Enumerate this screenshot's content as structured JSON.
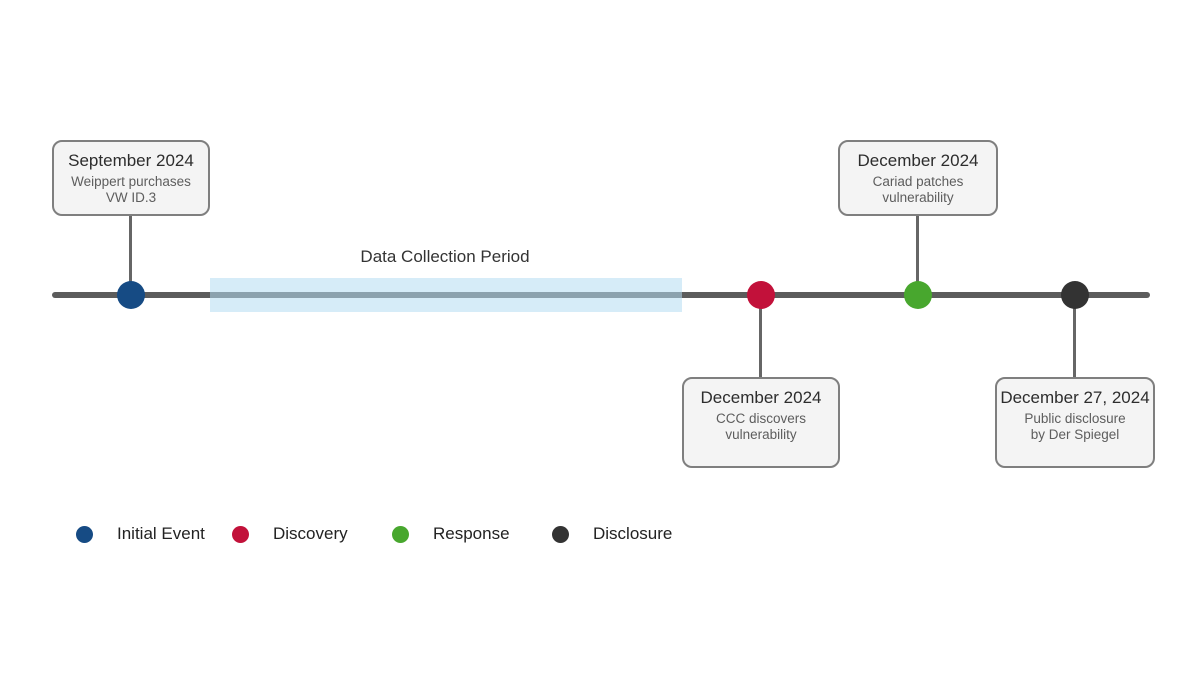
{
  "diagram": {
    "period": {
      "label": "Data Collection Period"
    },
    "events": [
      {
        "title": "September 2024",
        "description": "Weippert purchases\nVW ID.3",
        "category": "initial_event",
        "card_position": "above"
      },
      {
        "title": "December 2024",
        "description": "CCC discovers\nvulnerability",
        "category": "discovery",
        "card_position": "below"
      },
      {
        "title": "December 2024",
        "description": "Cariad patches\nvulnerability",
        "category": "response",
        "card_position": "above"
      },
      {
        "title": "December 27, 2024",
        "description": "Public disclosure\nby Der Spiegel",
        "category": "disclosure",
        "card_position": "below"
      }
    ]
  },
  "legend": {
    "items": [
      {
        "label": "Initial Event",
        "category": "initial_event"
      },
      {
        "label": "Discovery",
        "category": "discovery"
      },
      {
        "label": "Response",
        "category": "response"
      },
      {
        "label": "Disclosure",
        "category": "disclosure"
      }
    ]
  },
  "colors": {
    "initial_event": "#164b84",
    "discovery": "#c2113a",
    "response": "#48a72e",
    "disclosure": "#333333",
    "timeline_line": "#5c5c5c",
    "connector_line": "#666666",
    "period_bar_fill": "#b5dcf2",
    "box_fill": "#f4f4f4",
    "box_border": "#7f7f7f"
  }
}
